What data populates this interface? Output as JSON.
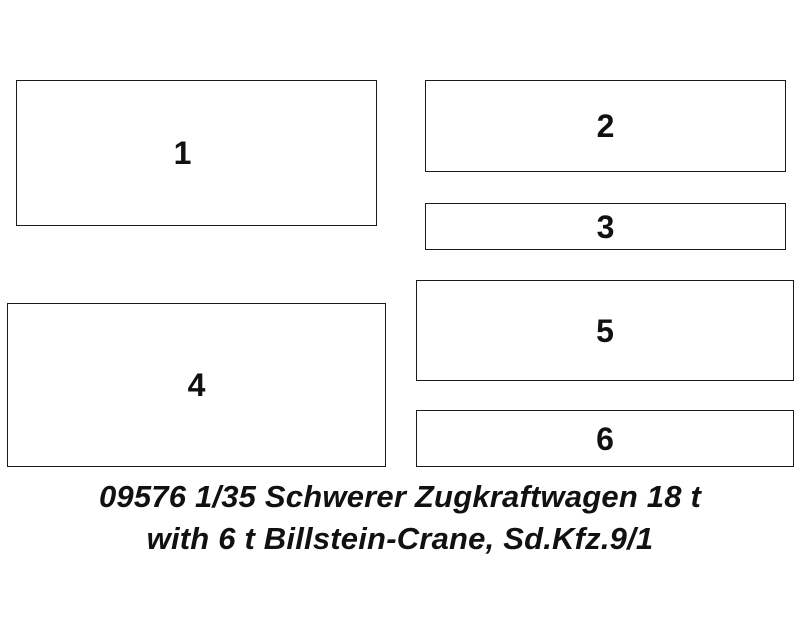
{
  "panels": [
    {
      "number": "1"
    },
    {
      "number": "2"
    },
    {
      "number": "3"
    },
    {
      "number": "4"
    },
    {
      "number": "5"
    },
    {
      "number": "6"
    }
  ],
  "caption": {
    "line1": "09576 1/35 Schwerer Zugkraftwagen 18 t",
    "line2": "with 6 t Billstein-Crane, Sd.Kfz.9/1"
  }
}
